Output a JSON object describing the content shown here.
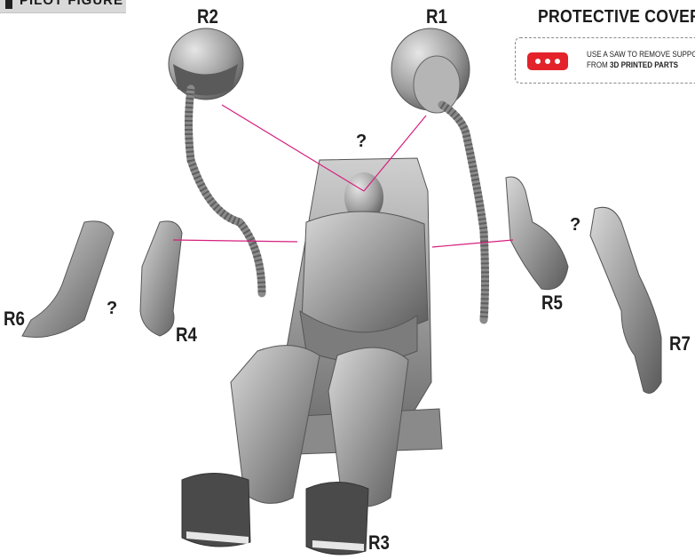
{
  "header": {
    "title": "PILOT FIGURE"
  },
  "protective_cover": {
    "title": "PROTECTIVE COVER",
    "line1": "USE A SAW TO REMOVE SUPPORTS",
    "line2_prefix": "FROM ",
    "line2_bold": "3D PRINTED PARTS"
  },
  "parts": {
    "r1": "R1",
    "r2": "R2",
    "r3": "R3",
    "r4": "R4",
    "r5": "R5",
    "r6": "R6",
    "r7": "R7"
  },
  "unknown_marker": "?",
  "colors": {
    "leader_line": "#d61f7f",
    "cover_pill": "#e3222b",
    "model_gray": "#8e8e8e"
  }
}
